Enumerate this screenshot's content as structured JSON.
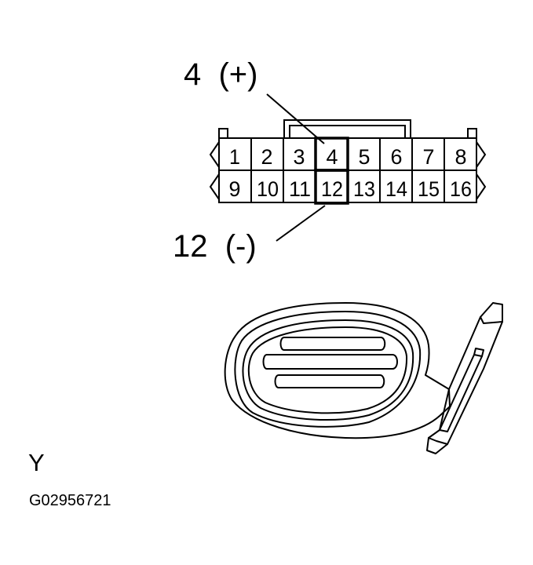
{
  "callouts": {
    "positive": "4  (+)",
    "negative": "12  (-)"
  },
  "connector": {
    "row1": [
      "1",
      "2",
      "3",
      "4",
      "5",
      "6",
      "7",
      "8"
    ],
    "row2": [
      "9",
      "10",
      "11",
      "12",
      "13",
      "14",
      "15",
      "16"
    ],
    "highlighted_pins": [
      "4",
      "12"
    ]
  },
  "view_letter": "Y",
  "figure_code": "G02956721"
}
